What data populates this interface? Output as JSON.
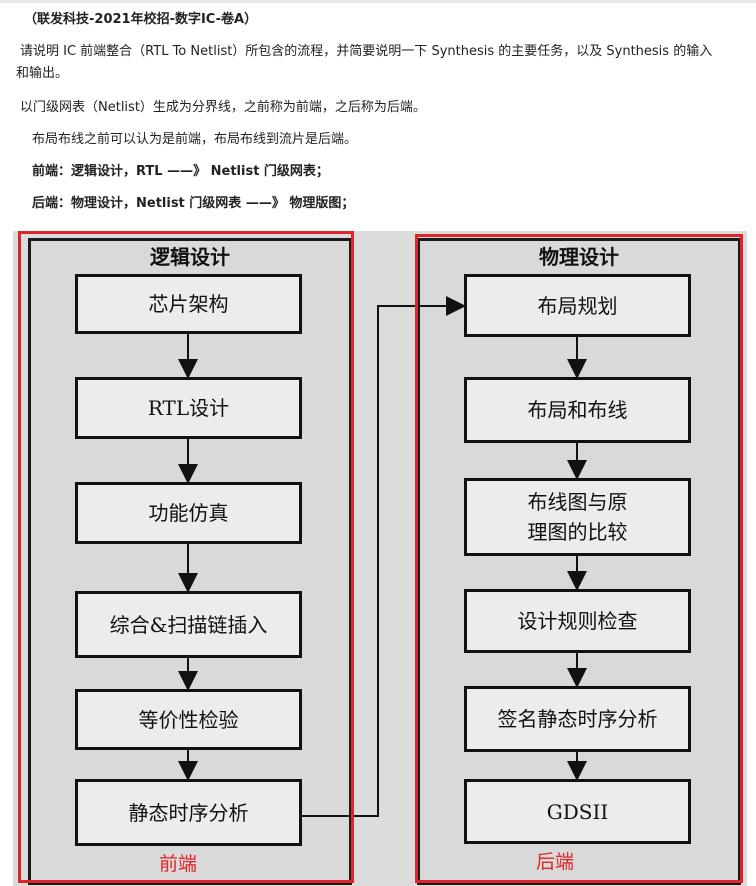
{
  "header": {
    "source": "（联发科技-2021年校招-数字IC-卷A）",
    "question_l1": "请说明 IC 前端整合（RTL To Netlist）所包含的流程，并简要说明一下 Synthesis 的主要任务，以及 Synthesis 的输入",
    "question_l2": "和输出。",
    "p1": "以门级网表（Netlist）生成为分界线，之前称为前端，之后称为后端。",
    "p2": "布局布线之前可以认为是前端，布局布线到流片是后端。",
    "p3": "前端：逻辑设计，RTL ——》 Netlist 门级网表；",
    "p4": "后端：物理设计，Netlist 门级网表 ——》 物理版图；"
  },
  "figure": {
    "frontend": {
      "title": "逻辑设计",
      "label": "前端",
      "steps": [
        "芯片架构",
        "RTL设计",
        "功能仿真",
        "综合&扫描链插入",
        "等价性检验",
        "静态时序分析"
      ]
    },
    "backend": {
      "title": "物理设计",
      "label": "后端",
      "steps": [
        "布局规划",
        "布局和布线",
        "布线图与原",
        "理图的比较",
        "设计规则检查",
        "签名静态时序分析",
        "GDSII"
      ]
    },
    "colors": {
      "frame_red": "#e0252a",
      "box_border": "#111111",
      "panel_bg": "#d9d9d9"
    }
  }
}
